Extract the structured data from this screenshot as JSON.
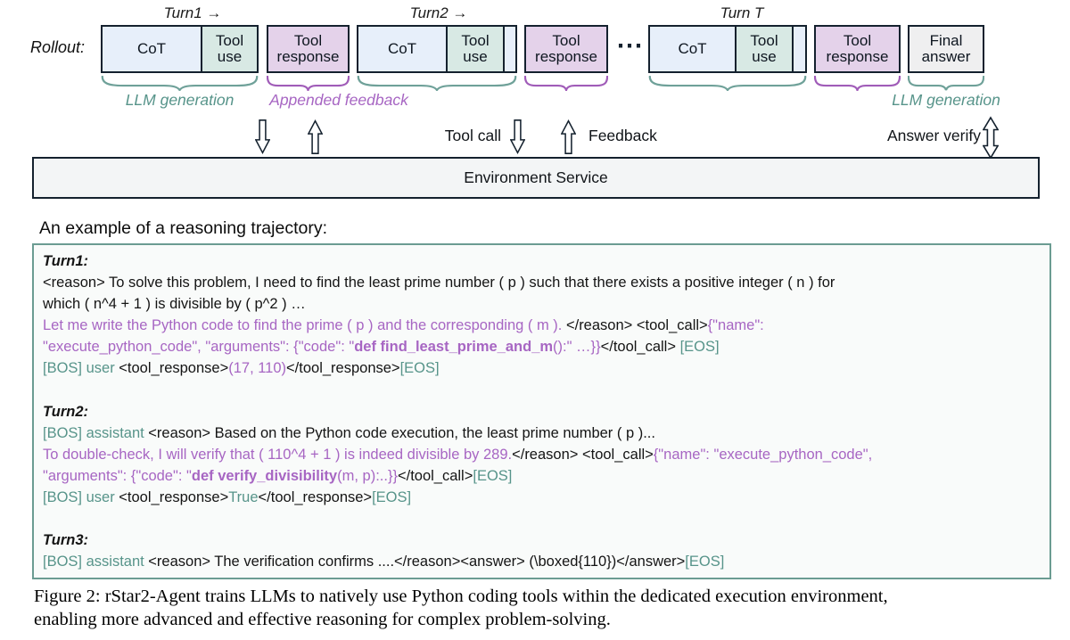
{
  "colors": {
    "ink": "#14212e",
    "teal": "#57948a",
    "purple": "#a766c3",
    "brace_teal": "#6fa199",
    "brace_purple": "#a05cb8",
    "box_blue": "#e7effa",
    "box_mint": "#d8e9e4",
    "box_purple": "#e4d2ea",
    "box_gray": "#efeff0",
    "env_fill": "#f3f5f6",
    "traj_border": "#6b9c92",
    "traj_fill": "#f9fbfa"
  },
  "diagram": {
    "rollout_label": "Rollout:",
    "turns": {
      "turn1": "Turn1 →",
      "turn2": "Turn2 →",
      "turnT": "Turn T"
    },
    "boxes": {
      "cot": "CoT",
      "tool_use": "Tool use",
      "tool_response": "Tool response",
      "final_answer": "Final answer"
    },
    "dots": "⋯",
    "brace_labels": {
      "llm_generation": "LLM generation",
      "appended_feedback": "Appended feedback"
    },
    "arrow_labels": {
      "tool_call": "Tool call",
      "feedback": "Feedback",
      "answer_verify": "Answer verify"
    },
    "env_service": "Environment Service"
  },
  "example_heading": "An example of a reasoning trajectory:",
  "trajectory": {
    "lines": [
      {
        "h": true,
        "segs": [
          {
            "t": "Turn1:",
            "c": "k"
          }
        ]
      },
      {
        "segs": [
          {
            "t": "<reason> To solve this problem, I need to find the least prime number ( p ) such that there exists a positive integer ( n ) for",
            "c": "k"
          }
        ]
      },
      {
        "segs": [
          {
            "t": "which ( n^4 + 1 ) is divisible by ( p^2 ) …",
            "c": "k"
          }
        ]
      },
      {
        "segs": [
          {
            "t": "Let me write the Python code to find the prime ( p ) and the corresponding ( m ). ",
            "c": "p"
          },
          {
            "t": "</reason> <tool_call>",
            "c": "k"
          },
          {
            "t": "{\"name\":",
            "c": "p"
          }
        ]
      },
      {
        "segs": [
          {
            "t": "\"execute_python_code\", \"arguments\": {\"code\": \"",
            "c": "p"
          },
          {
            "t": "def find_least_prime_and_m",
            "c": "p",
            "b": true
          },
          {
            "t": "():\" …}}",
            "c": "p"
          },
          {
            "t": "</tool_call> ",
            "c": "k"
          },
          {
            "t": "[EOS]",
            "c": "t"
          }
        ]
      },
      {
        "segs": [
          {
            "t": "[BOS] user ",
            "c": "t"
          },
          {
            "t": "<tool_response>",
            "c": "k"
          },
          {
            "t": "(17, 110)",
            "c": "p"
          },
          {
            "t": "</tool_response>",
            "c": "k"
          },
          {
            "t": "[EOS]",
            "c": "t"
          }
        ]
      },
      {
        "segs": []
      },
      {
        "h": true,
        "segs": [
          {
            "t": "Turn2:",
            "c": "k"
          }
        ]
      },
      {
        "segs": [
          {
            "t": "[BOS] assistant ",
            "c": "t"
          },
          {
            "t": "<reason> Based on the Python code execution, the least prime number ( p )...",
            "c": "k"
          }
        ]
      },
      {
        "segs": [
          {
            "t": "To double-check, I will verify that ( 110^4 + 1 ) is indeed divisible by 289.",
            "c": "p"
          },
          {
            "t": "</reason> <tool_call>",
            "c": "k"
          },
          {
            "t": "{\"name\": \"execute_python_code\",",
            "c": "p"
          }
        ]
      },
      {
        "segs": [
          {
            "t": "\"arguments\": {\"code\": \"",
            "c": "p"
          },
          {
            "t": "def verify_divisibility",
            "c": "p",
            "b": true
          },
          {
            "t": "(m, p):..}}",
            "c": "p"
          },
          {
            "t": "</tool_call>",
            "c": "k"
          },
          {
            "t": "[EOS]",
            "c": "t"
          }
        ]
      },
      {
        "segs": [
          {
            "t": "[BOS] user ",
            "c": "t"
          },
          {
            "t": "<tool_response>",
            "c": "k"
          },
          {
            "t": "True",
            "c": "t"
          },
          {
            "t": "</tool_response>",
            "c": "k"
          },
          {
            "t": "[EOS]",
            "c": "t"
          }
        ]
      },
      {
        "segs": []
      },
      {
        "h": true,
        "segs": [
          {
            "t": "Turn3:",
            "c": "k"
          }
        ]
      },
      {
        "segs": [
          {
            "t": "[BOS] assistant ",
            "c": "t"
          },
          {
            "t": "<reason> The verification confirms ....</reason><answer> (\\boxed{110})</answer>",
            "c": "k"
          },
          {
            "t": "[EOS]",
            "c": "t"
          }
        ]
      }
    ]
  },
  "caption": {
    "line1": "Figure 2: rStar2-Agent trains LLMs to natively use Python coding tools within the dedicated execution environment,",
    "line2": "enabling more advanced and effective reasoning for complex problem-solving."
  }
}
